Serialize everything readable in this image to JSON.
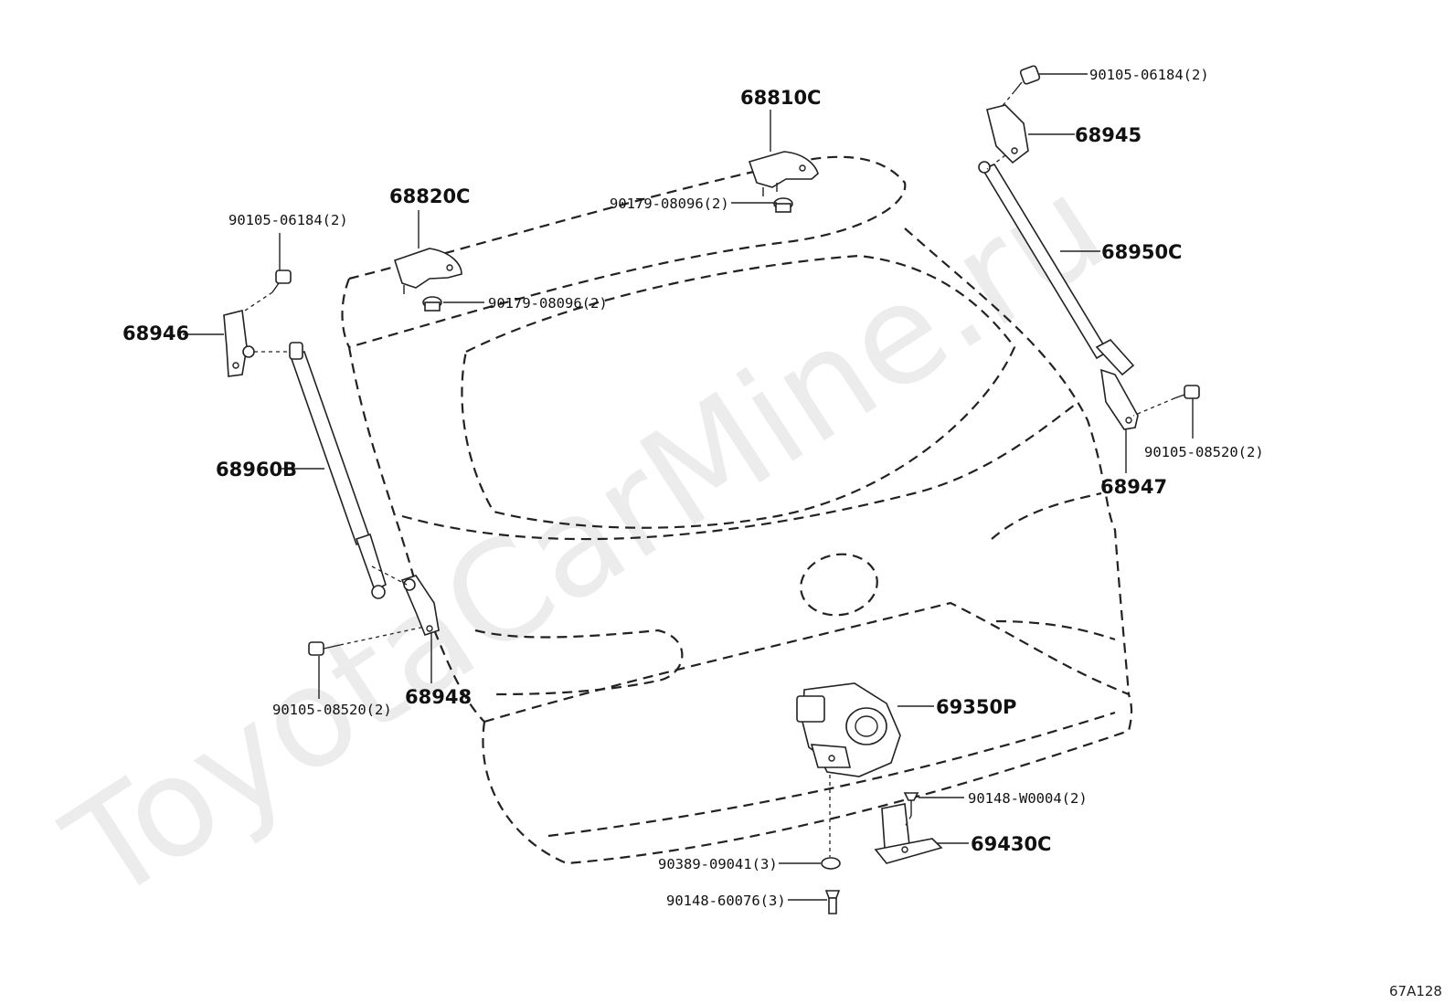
{
  "watermark": "ToyotaCarMine.ru",
  "diagram_code": "67A128",
  "callouts": {
    "c68810C": "68810C",
    "c68820C": "68820C",
    "c68945": "68945",
    "c68946": "68946",
    "c68947": "68947",
    "c68948": "68948",
    "c68950C": "68950C",
    "c68960B": "68960B",
    "c69350P": "69350P",
    "c69430C": "69430C",
    "f90105_06184_top": "90105-06184(2)",
    "f90105_06184_left": "90105-06184(2)",
    "f90179_08096_top": "90179-08096(2)",
    "f90179_08096_mid": "90179-08096(2)",
    "f90105_08520_right": "90105-08520(2)",
    "f90105_08520_left": "90105-08520(2)",
    "f90148_W0004": "90148-W0004(2)",
    "f90389_09041": "90389-09041(3)",
    "f90148_60076": "90148-60076(3)"
  },
  "icons": [
    "hinge",
    "bolt",
    "nut",
    "gas-strut",
    "bracket",
    "lock-actuator",
    "striker",
    "washer",
    "screw"
  ]
}
